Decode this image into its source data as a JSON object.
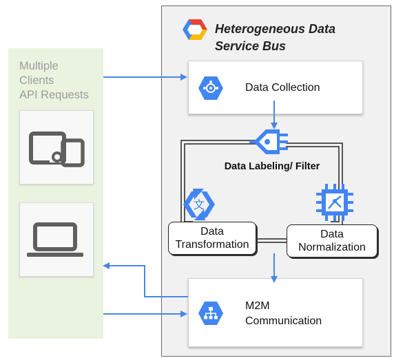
{
  "bus": {
    "title_line1": "Heterogeneous Data",
    "title_line2": "Service Bus"
  },
  "clients": {
    "label_line1": "Multiple",
    "label_line2": "Clients",
    "label_line3": "API Requests"
  },
  "nodes": {
    "collection": {
      "label": "Data Collection",
      "icon": "cloud-pubsub-icon"
    },
    "filter": {
      "label": "Data Labeling/ Filter",
      "icon": "data-filter-icon"
    },
    "transformation": {
      "line1": "Data",
      "line2": "Transformation",
      "icon": "translate-icon"
    },
    "normalization": {
      "line1": "Data",
      "line2": "Normalization",
      "icon": "cpu-chip-icon"
    },
    "m2m": {
      "line1": "M2M",
      "line2": "Communication",
      "icon": "network-hierarchy-icon"
    }
  },
  "devices": [
    "tablet-phone-icon",
    "laptop-icon"
  ],
  "colors": {
    "gcp_blue": "#4285f4",
    "arrow_blue": "#4a86e8",
    "client_panel": "#eaf3df",
    "bus_panel": "#f1f1f1"
  }
}
